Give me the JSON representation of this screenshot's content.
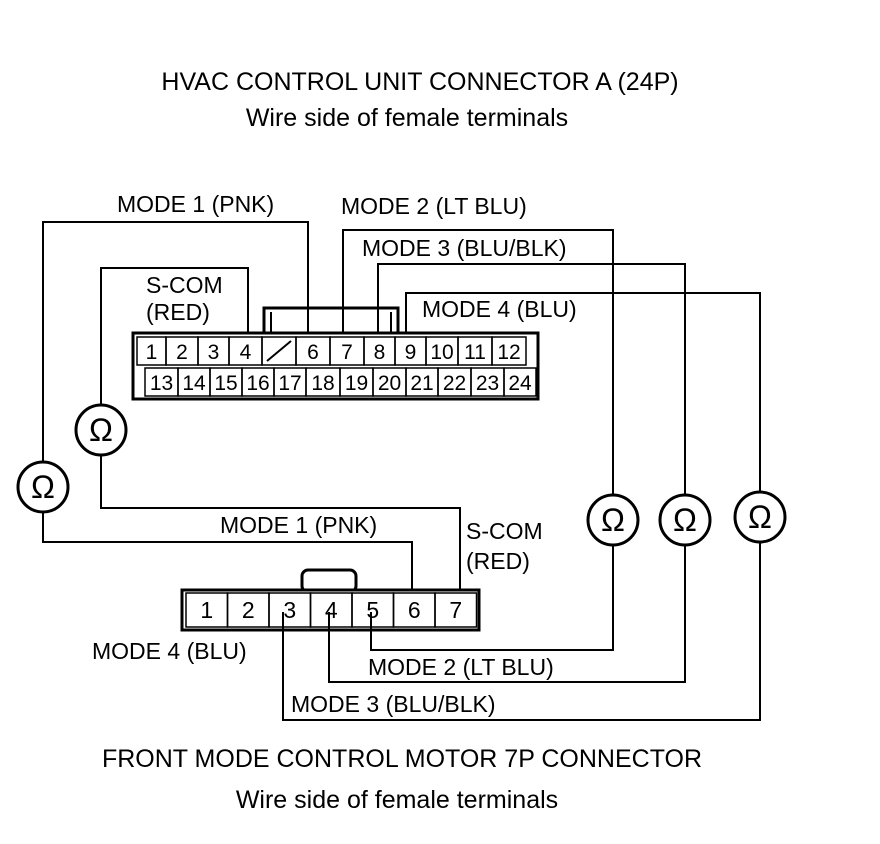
{
  "hvac": {
    "title": "HVAC CONTROL UNIT CONNECTOR A (24P)",
    "subtitle": "Wire side of female terminals",
    "row1": [
      "1",
      "2",
      "3",
      "4",
      "",
      "6",
      "7",
      "8",
      "9",
      "10",
      "11",
      "12"
    ],
    "row2": [
      "13",
      "14",
      "15",
      "16",
      "17",
      "18",
      "19",
      "20",
      "21",
      "22",
      "23",
      "24"
    ],
    "labels": {
      "mode1": "MODE 1 (PNK)",
      "mode2": "MODE 2 (LT BLU)",
      "mode3": "MODE 3 (BLU/BLK)",
      "mode4": "MODE 4 (BLU)",
      "scom1": "S-COM",
      "scom2": "(RED)"
    }
  },
  "motor": {
    "title": "FRONT MODE CONTROL MOTOR 7P CONNECTOR",
    "subtitle": "Wire side of female terminals",
    "pins": [
      "1",
      "2",
      "3",
      "4",
      "5",
      "6",
      "7"
    ],
    "labels": {
      "mode1": "MODE 1 (PNK)",
      "mode2": "MODE 2 (LT BLU)",
      "mode3": "MODE 3 (BLU/BLK)",
      "mode4": "MODE 4 (BLU)",
      "scom1": "S-COM",
      "scom2": "(RED)"
    }
  },
  "ohmmeter_symbol": "Ω",
  "icons": {
    "ohmmeter": "ohmmeter-icon"
  }
}
